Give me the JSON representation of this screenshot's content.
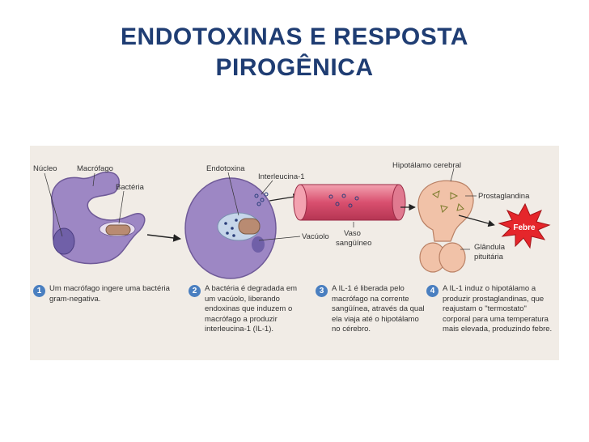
{
  "title_line1": "ENDOTOXINAS E RESPOSTA",
  "title_line2": "PIROGÊNICA",
  "labels": {
    "nucleo": "Núcleo",
    "macrofago": "Macrófago",
    "bacteria": "Bactéria",
    "endotoxina": "Endotoxina",
    "interleucina": "Interleucina-1",
    "vaso_line1": "Vaso",
    "vaso_line2": "sangüíneo",
    "vacuolo": "Vacúolo",
    "hipotalamo": "Hipotálamo cerebral",
    "prostaglandina": "Prostaglandina",
    "febre": "Febre",
    "glandula_line1": "Glândula",
    "glandula_line2": "pituitária"
  },
  "steps": [
    {
      "number": "1",
      "text": "Um macrófago ingere uma bactéria gram-negativa."
    },
    {
      "number": "2",
      "text": "A bactéria é degradada em um vacúolo, liberando endoxinas que induzem o macrófago a produzir interleucina-1 (IL-1)."
    },
    {
      "number": "3",
      "text": "A IL-1 é liberada pelo macrófago na corrente sangüínea, através da qual ela viaja até o hipotálamo no cérebro."
    },
    {
      "number": "4",
      "text": "A IL-1 induz o hipotálamo a produzir prostaglandinas, que reajustam o \"termostato\" corporal para uma temperatura mais elevada, produzindo febre."
    }
  ],
  "colors": {
    "title": "#1f3d73",
    "macrophage": "#9d87c4",
    "vessel": "#d9506f",
    "brain": "#f1c2a8",
    "fever": "#e5262b",
    "badge": "#4a7fc0"
  }
}
